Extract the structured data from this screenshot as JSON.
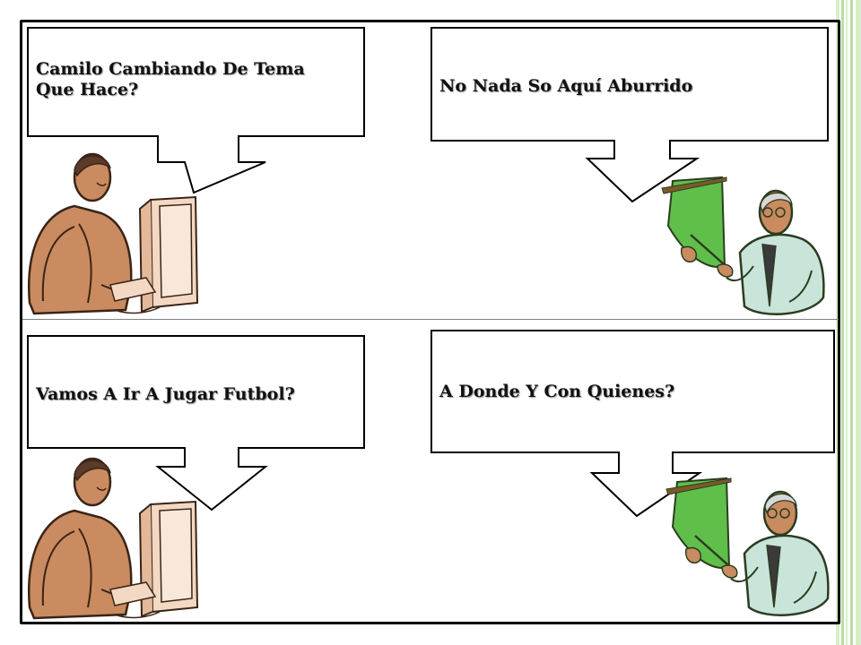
{
  "dialogue": {
    "panel_1": {
      "line1": "Camilo Cambiando De Tema",
      "line2": "Que Hace?"
    },
    "panel_2": {
      "line1": "No Nada So  Aquí Aburrido"
    },
    "panel_3": {
      "line1": "Vamos A Ir A Jugar Futbol?"
    },
    "panel_4": {
      "line1": "A Donde Y Con Quienes?"
    }
  },
  "colors": {
    "accent_green": "#b7dfa3",
    "accent_green_light": "#d8eec9",
    "board_green": "#5fbf4a",
    "skin_left": "#c98b5f",
    "suit_right": "#c9e4d8"
  },
  "icons": [
    "computer-user-figure",
    "presenter-figure"
  ]
}
